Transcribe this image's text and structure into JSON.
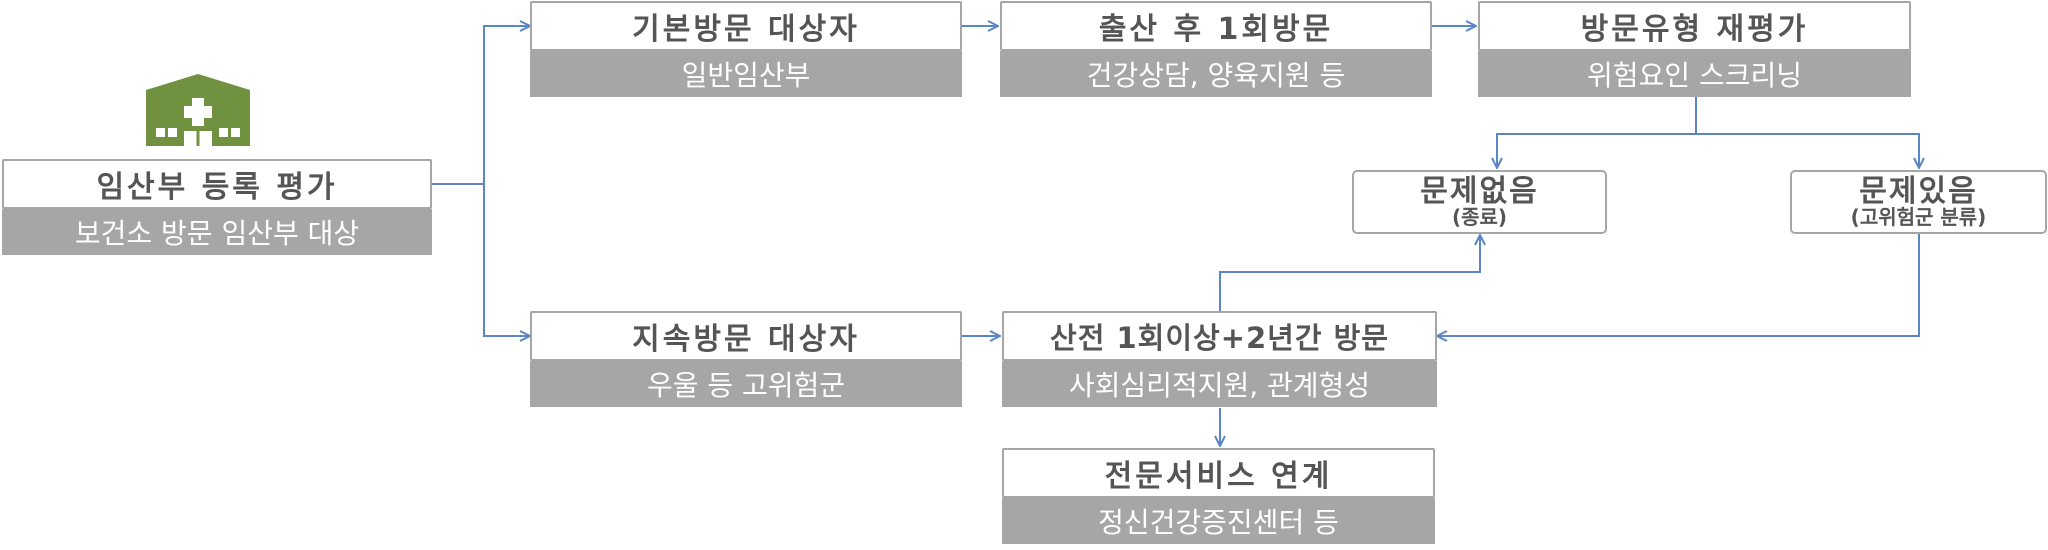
{
  "colors": {
    "connector": "#5b86c5",
    "box_border": "#a6a6a6",
    "band": "#a6a6a6",
    "text": "#555555",
    "icon": "#70913f"
  },
  "icon": "health-center-building-icon",
  "nodes": {
    "registration": {
      "title": "임산부 등록 평가",
      "subtitle": "보건소 방문 임산부 대상"
    },
    "basic_visit": {
      "title": "기본방문 대상자",
      "subtitle": "일반임산부"
    },
    "postpartum_visit": {
      "title": "출산 후 1회방문",
      "subtitle": "건강상담, 양육지원 등"
    },
    "reassessment": {
      "title": "방문유형 재평가",
      "subtitle": "위험요인 스크리닝"
    },
    "continuous_visit": {
      "title": "지속방문 대상자",
      "subtitle": "우울 등 고위험군"
    },
    "prenatal_visit": {
      "title": "산전 1회이상+2년간 방문",
      "subtitle": "사회심리적지원, 관계형성"
    },
    "specialist_link": {
      "title": "전문서비스 연계",
      "subtitle": "정신건강증진센터 등"
    }
  },
  "outcomes": {
    "no_problem": {
      "title": "문제없음",
      "note": "(종료)"
    },
    "problem": {
      "title": "문제있음",
      "note": "(고위험군 분류)"
    }
  }
}
